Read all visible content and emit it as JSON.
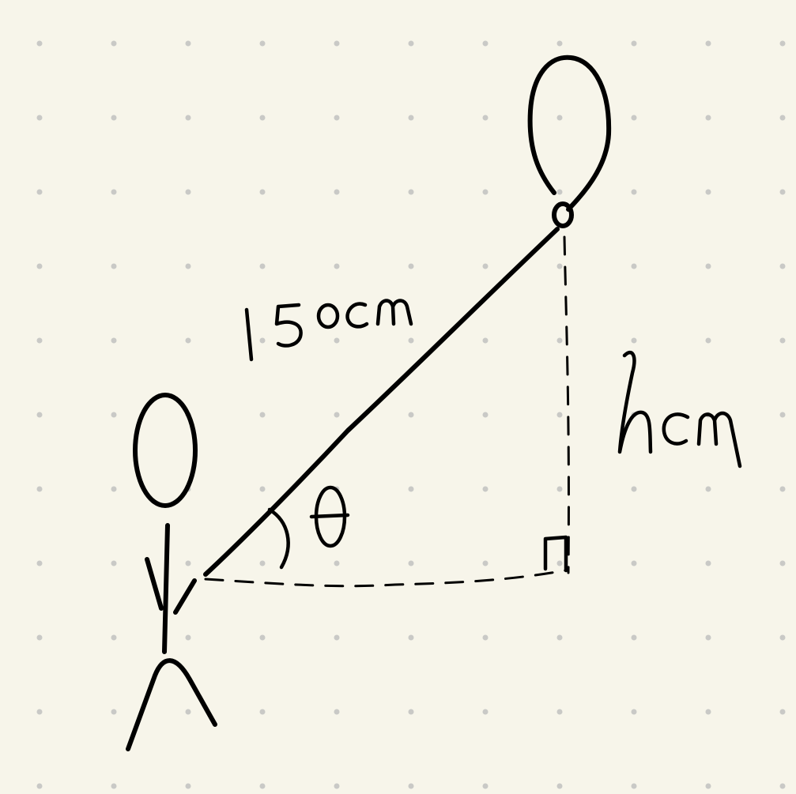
{
  "diagram": {
    "hypotenuse_label": "150cm",
    "height_label": "hcm",
    "angle_label": "θ",
    "right_angle_marker": "right-angle",
    "colors": {
      "background": "#f7f5ea",
      "ink": "#000000",
      "dot": "#c9c9c6"
    },
    "objects": [
      "person",
      "balloon",
      "string"
    ]
  }
}
